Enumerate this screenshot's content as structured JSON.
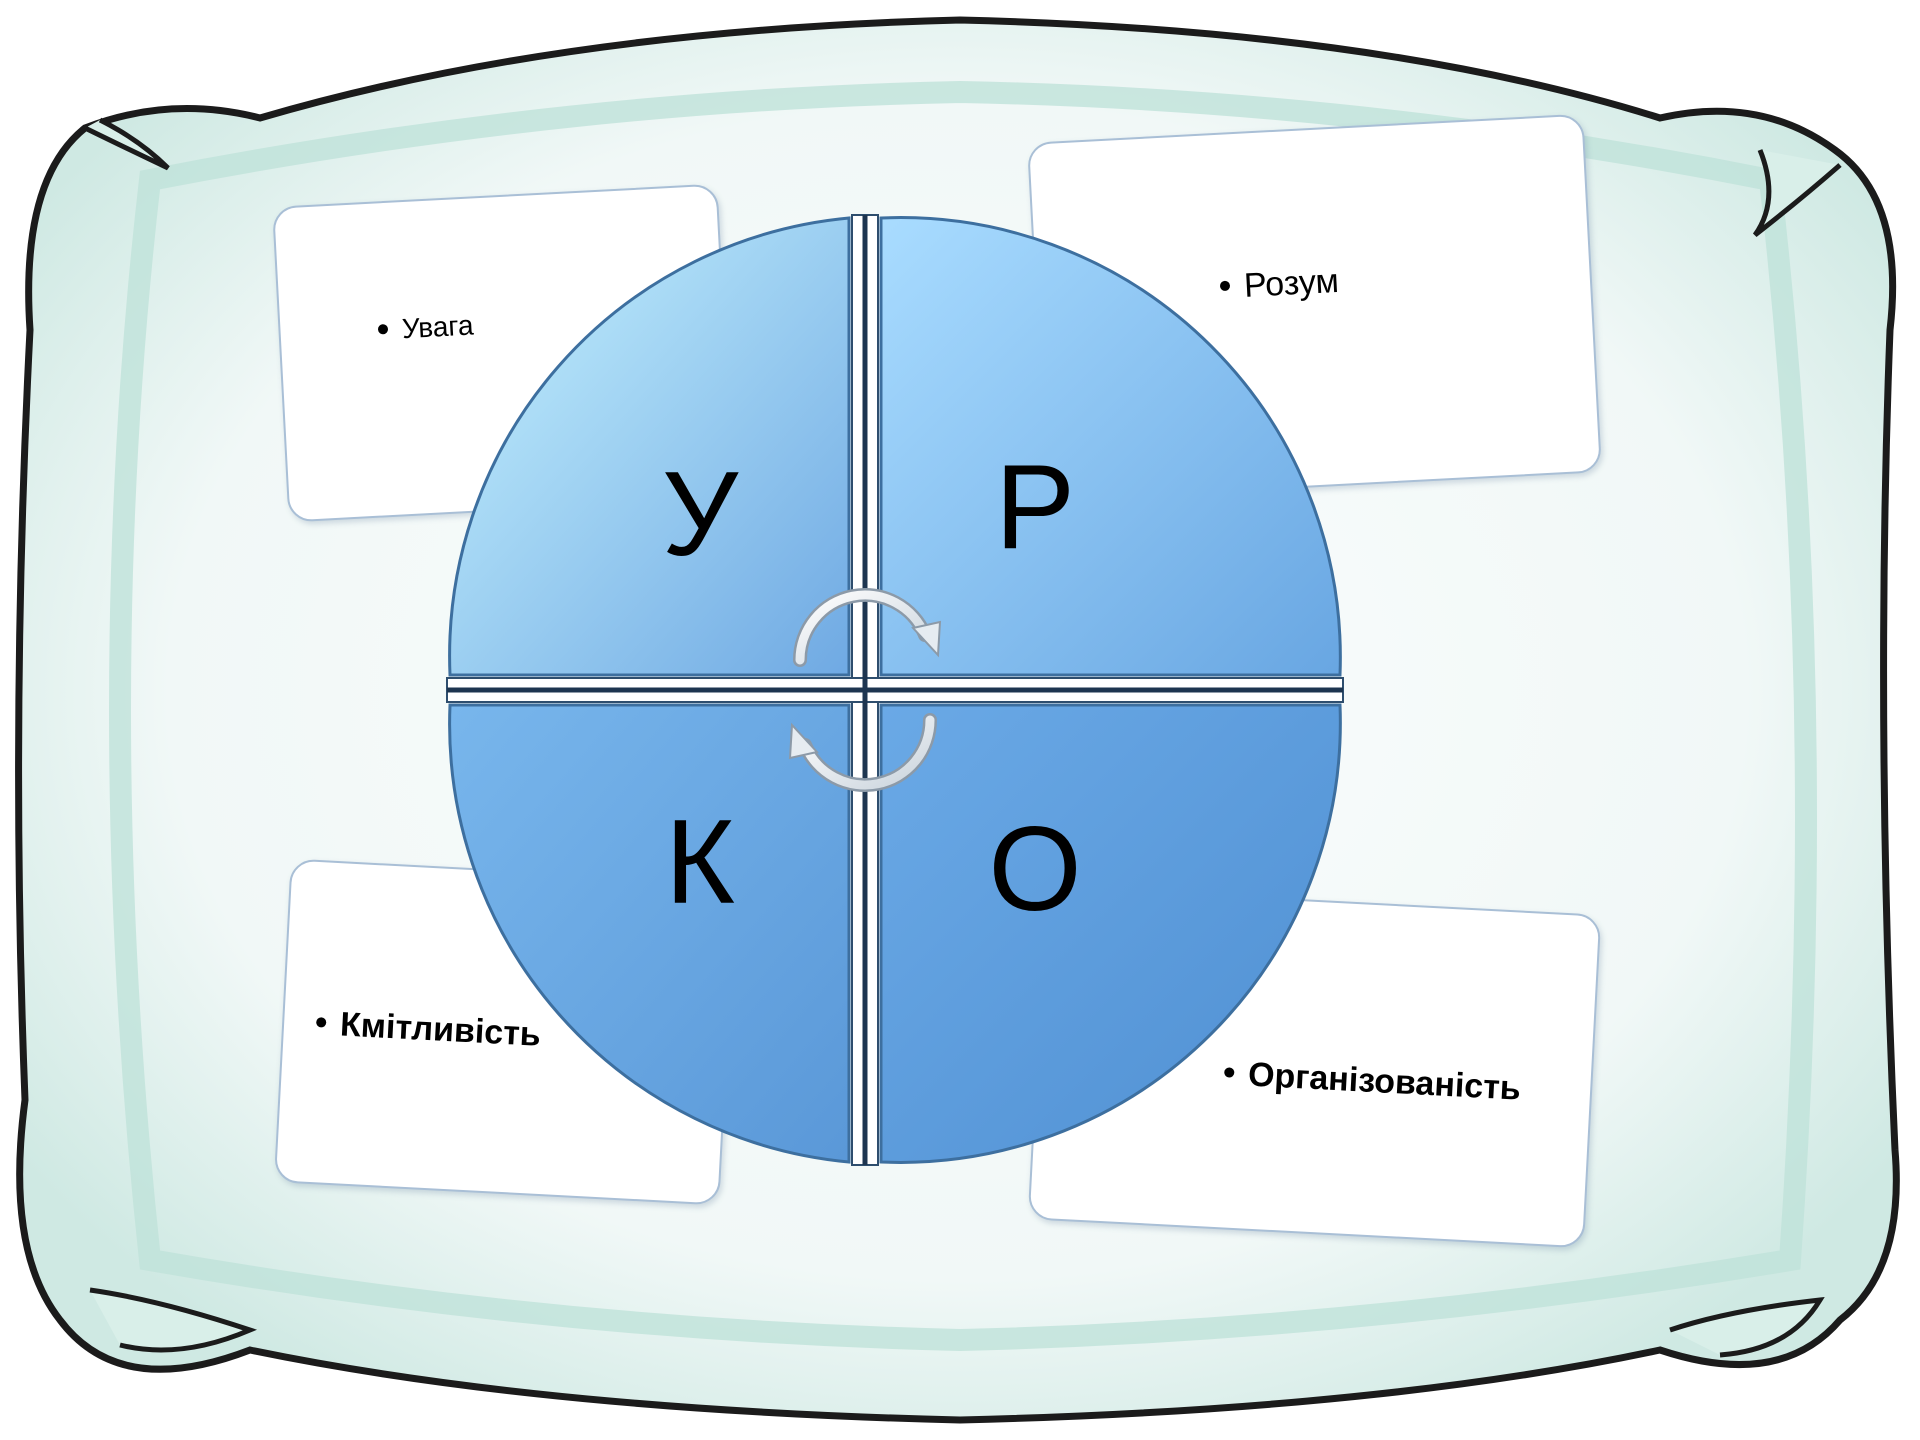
{
  "diagram": {
    "quadrants": [
      {
        "id": "top-left",
        "letter": "У",
        "card_text": "Увага"
      },
      {
        "id": "top-right",
        "letter": "Р",
        "card_text": "Розум"
      },
      {
        "id": "bottom-left",
        "letter": "К",
        "card_text": "Кмітливість"
      },
      {
        "id": "bottom-right",
        "letter": "О",
        "card_text": "Організованість"
      }
    ],
    "center_icon": "cycle-arrows-icon",
    "colors": {
      "quadrant_light": "#bdefff",
      "quadrant_mid": "#7fb8ec",
      "quadrant_dark": "#5a9adb",
      "pillow_fill": "#eef7f5",
      "pillow_edge": "#a9d6c9",
      "outline": "#000000"
    }
  }
}
